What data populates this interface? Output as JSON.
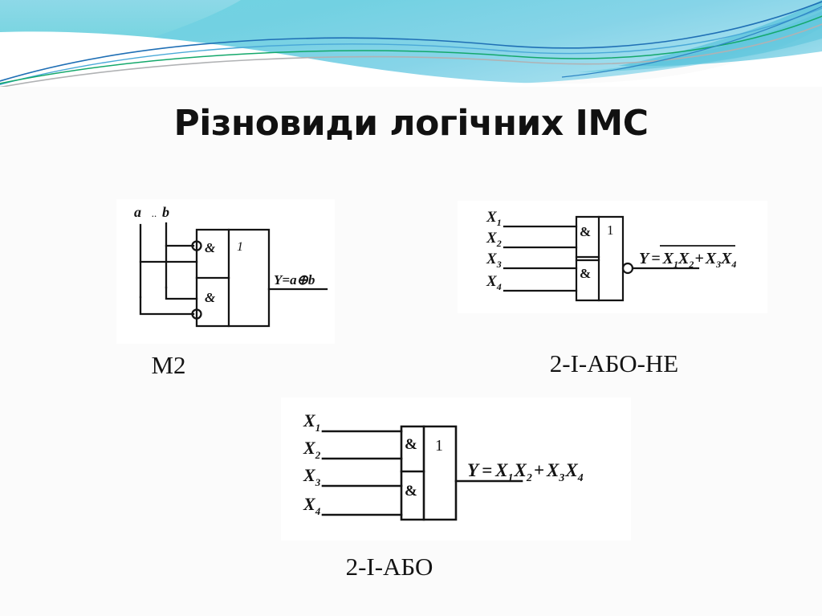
{
  "slide": {
    "title": "Різновиди логічних ІМС",
    "background_color": "#fbfbfb",
    "title_color": "#111111"
  },
  "banner": {
    "name": "decorative-wave-banner",
    "colors": {
      "cyan_light": "#9fdcec",
      "cyan": "#5cc6dd",
      "teal": "#3fb6cf",
      "blue": "#1f6fb5",
      "green": "#14a86b",
      "gray": "#b0b2b4",
      "white": "#ffffff"
    }
  },
  "figures": [
    {
      "id": "m2",
      "caption": "M2",
      "kind": "hand-drawn-schematic",
      "inputs": [
        "a",
        "b"
      ],
      "gate_labels": [
        "&",
        "&",
        "1"
      ],
      "output_label": "Y=a⊕b",
      "description": "Exclusive-OR built from two AND gates with inverted inputs feeding an OR block"
    },
    {
      "id": "2-i-abo-ne",
      "caption": "2-І-АБО-НЕ",
      "kind": "printed-schematic",
      "inputs": [
        "X1",
        "X2",
        "X3",
        "X4"
      ],
      "gate_labels": [
        "&",
        "&",
        "1"
      ],
      "inverting_output": true,
      "formula": {
        "lhs": "Y",
        "rhs": "X1X2 + X3X4",
        "overline": true,
        "terms": [
          {
            "text": "X",
            "sub": "1"
          },
          {
            "text": "X",
            "sub": "2"
          },
          {
            "text": "+",
            "sub": ""
          },
          {
            "text": "X",
            "sub": "3"
          },
          {
            "text": "X",
            "sub": "4"
          }
        ]
      }
    },
    {
      "id": "2-i-abo",
      "caption": "2-І-АБО",
      "kind": "printed-schematic",
      "inputs": [
        "X1",
        "X2",
        "X3",
        "X4"
      ],
      "gate_labels": [
        "&",
        "&",
        "1"
      ],
      "inverting_output": false,
      "formula": {
        "lhs": "Y",
        "rhs": "X1X2 + X3X4",
        "overline": false,
        "terms": [
          {
            "text": "X",
            "sub": "1"
          },
          {
            "text": "X",
            "sub": "2"
          },
          {
            "text": "+",
            "sub": ""
          },
          {
            "text": "X",
            "sub": "3"
          },
          {
            "text": "X",
            "sub": "4"
          }
        ]
      }
    }
  ]
}
